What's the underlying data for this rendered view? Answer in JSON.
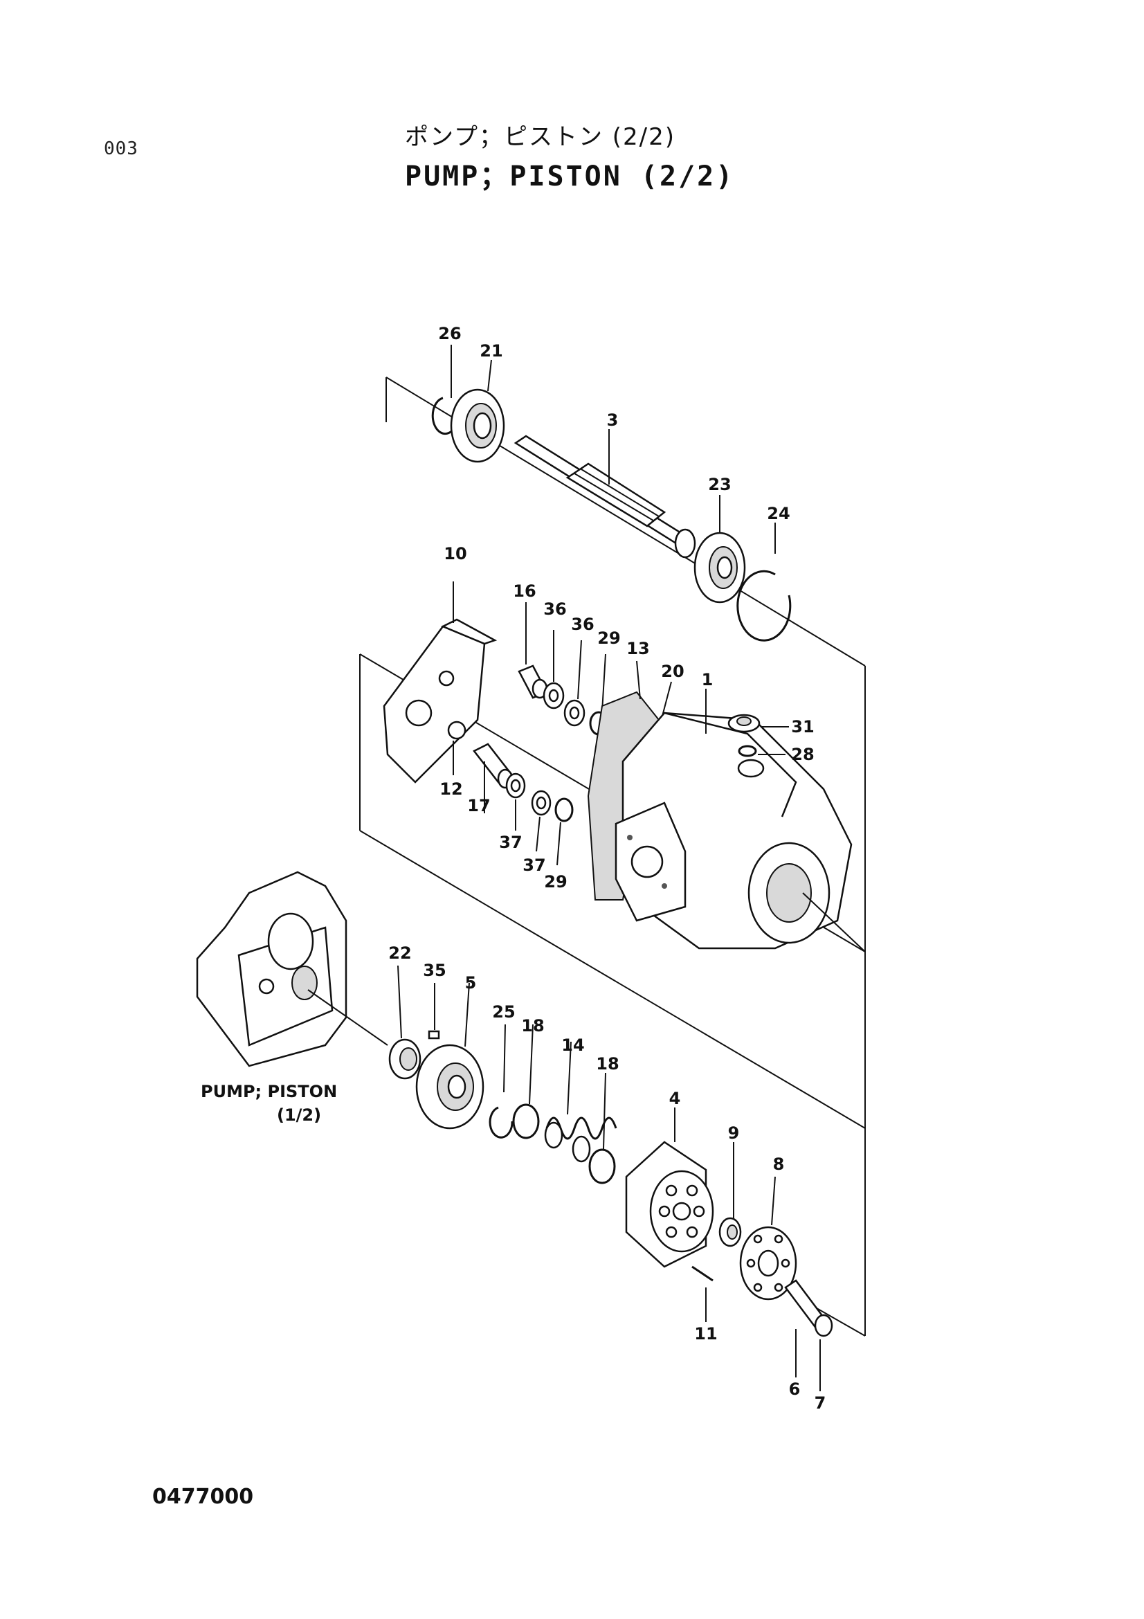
{
  "header": {
    "page_code": "003",
    "title_jp": "ポンプ；ピストン (2/2)",
    "title_en": "PUMP；PISTON (2/2)"
  },
  "reference": {
    "line1": "PUMP; PISTON",
    "line2": "(1/2)"
  },
  "footer": {
    "drawing_number": "0477000"
  },
  "callouts": {
    "c26": "26",
    "c21": "21",
    "c3": "3",
    "c23": "23",
    "c24": "24",
    "c10": "10",
    "c16": "16",
    "c36a": "36",
    "c36b": "36",
    "c29a": "29",
    "c13": "13",
    "c20": "20",
    "c1": "1",
    "c31": "31",
    "c28": "28",
    "c12": "12",
    "c17": "17",
    "c37a": "37",
    "c37b": "37",
    "c29b": "29",
    "c22": "22",
    "c35": "35",
    "c5": "5",
    "c25": "25",
    "c18a": "18",
    "c14": "14",
    "c18b": "18",
    "c4": "4",
    "c9": "9",
    "c8": "8",
    "c11": "11",
    "c6": "6",
    "c7": "7"
  }
}
